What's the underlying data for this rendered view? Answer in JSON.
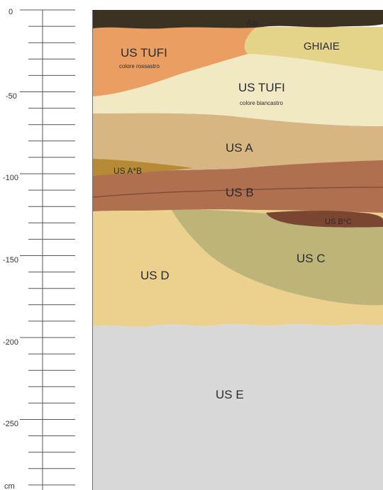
{
  "scale": {
    "ticks": [
      {
        "cm": 0,
        "label": "0"
      },
      {
        "cm": -50,
        "label": "-50"
      },
      {
        "cm": -100,
        "label": "-100"
      },
      {
        "cm": -150,
        "label": "-150"
      },
      {
        "cm": -200,
        "label": "-200"
      },
      {
        "cm": -250,
        "label": "-250"
      }
    ],
    "unit": "cm"
  },
  "layers": {
    "ap": {
      "label": "Ap",
      "color": "#3b3222"
    },
    "us_tufi_red": {
      "label": "US TUFI",
      "sublabel": "colore rossastro",
      "color": "#eb9e62"
    },
    "ghiaie": {
      "label": "GHIAIE",
      "color": "#e3d48a"
    },
    "us_tufi_white": {
      "label": "US TUFI",
      "sublabel": "colore biancastro",
      "color": "#f1e8c4"
    },
    "us_a": {
      "label": "US A",
      "color": "#d8b684"
    },
    "us_a_b": {
      "label": "US A*B",
      "color": "#b78a36"
    },
    "us_b": {
      "label": "US B",
      "color": "#b06f4e"
    },
    "us_b_c": {
      "label": "US B*C",
      "color": "#7a4632"
    },
    "us_c": {
      "label": "US C",
      "color": "#bdb47a"
    },
    "us_d": {
      "label": "US D",
      "color": "#ebd08e"
    },
    "us_e": {
      "label": "US E",
      "color": "#d8d8d8"
    }
  }
}
